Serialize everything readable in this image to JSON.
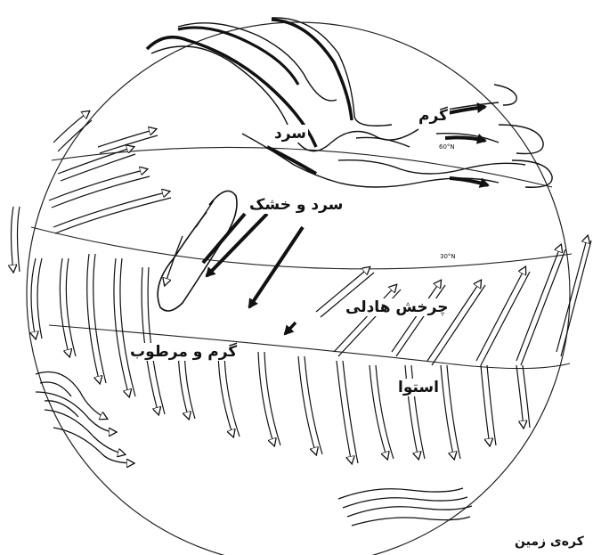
{
  "labels": {
    "garm": "گرم",
    "sard": "سرد",
    "sard_khoshk": "سرد و خشک",
    "hadley": "چرخش هادلی",
    "garm_martoob": "گرم و مرطوب",
    "ostova": "استوا",
    "kore_zamin": "کره‌ی زمین",
    "lat_60": "60°N",
    "lat_30": "30°N"
  }
}
